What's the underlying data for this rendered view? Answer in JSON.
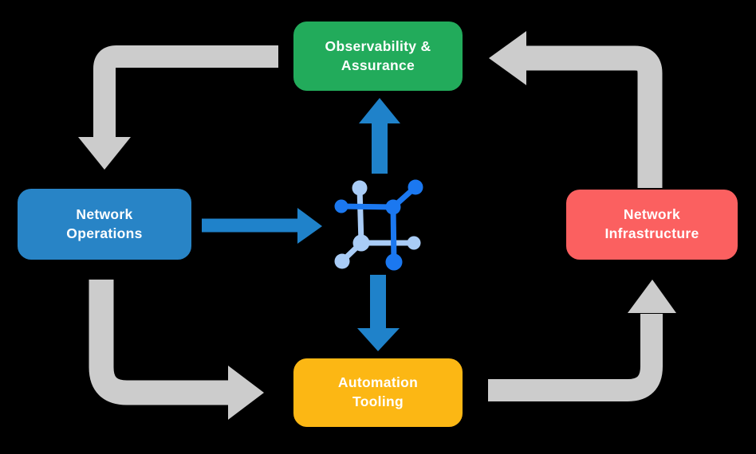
{
  "diagram": {
    "name": "network-automation-cycle-diagram",
    "background": "#000000"
  },
  "nodes": {
    "observability": {
      "label": "Observability &\nAssurance",
      "color": "#22AB5B"
    },
    "operations": {
      "label": "Network\nOperations",
      "color": "#2884C6"
    },
    "infrastructure": {
      "label": "Network\nInfrastructure",
      "color": "#FB6060"
    },
    "automation": {
      "label": "Automation\nTooling",
      "color": "#FCB714"
    }
  },
  "icons": {
    "center": "network-mesh-icon"
  },
  "colors": {
    "arrow_gray": "#CCCCCC",
    "arrow_blue": "#1F82CA",
    "icon_dark": "#1B78F0",
    "icon_light": "#A9CCF6",
    "text": "#FFFFFF"
  }
}
